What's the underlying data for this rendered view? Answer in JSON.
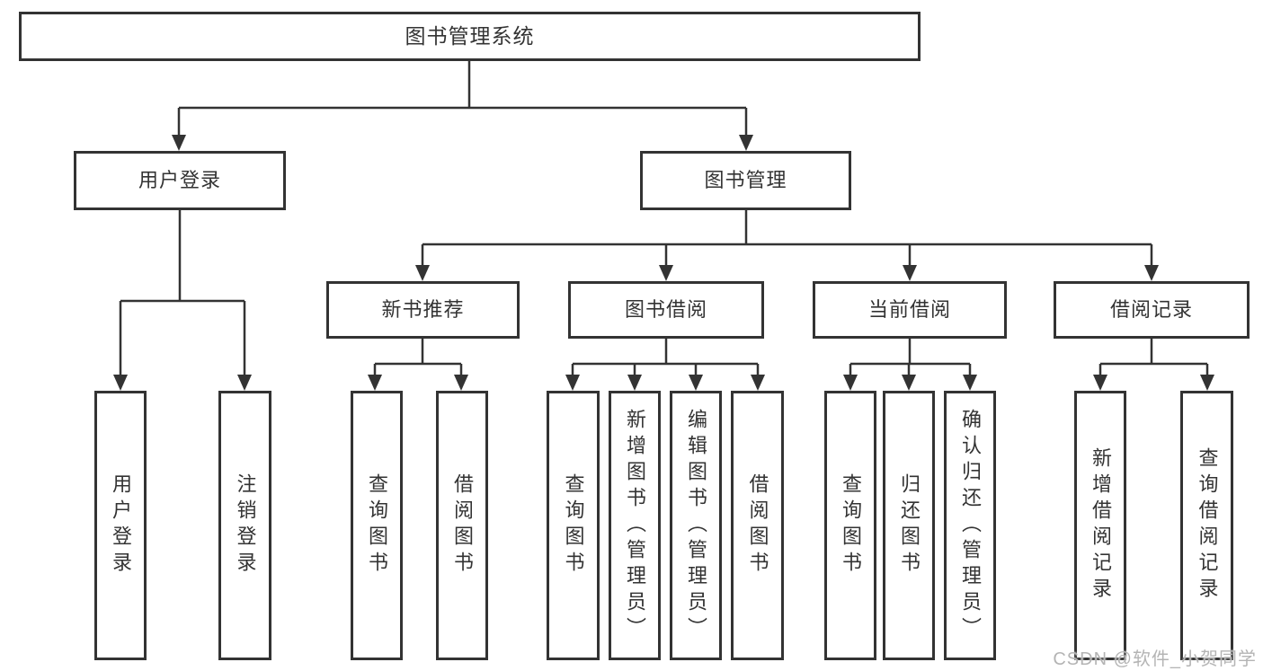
{
  "tree": {
    "label": "图书管理系统",
    "children": [
      {
        "label": "用户登录",
        "children": [
          {
            "label": "用户登录"
          },
          {
            "label": "注销登录"
          }
        ]
      },
      {
        "label": "图书管理",
        "children": [
          {
            "label": "新书推荐",
            "children": [
              {
                "label": "查询图书"
              },
              {
                "label": "借阅图书"
              }
            ]
          },
          {
            "label": "图书借阅",
            "children": [
              {
                "label": "查询图书"
              },
              {
                "label": "新增图书（管理员）"
              },
              {
                "label": "编辑图书（管理员）"
              },
              {
                "label": "借阅图书"
              }
            ]
          },
          {
            "label": "当前借阅",
            "children": [
              {
                "label": "查询图书"
              },
              {
                "label": "归还图书"
              },
              {
                "label": "确认归还（管理员）"
              }
            ]
          },
          {
            "label": "借阅记录",
            "children": [
              {
                "label": "新增借阅记录"
              },
              {
                "label": "查询借阅记录"
              }
            ]
          }
        ]
      }
    ]
  },
  "watermark": "CSDN @软件_小贺同学",
  "colors": {
    "line": "#333333",
    "box_border": "#333333",
    "text": "#333333",
    "watermark": "#b4b4b4",
    "background": "#ffffff"
  }
}
